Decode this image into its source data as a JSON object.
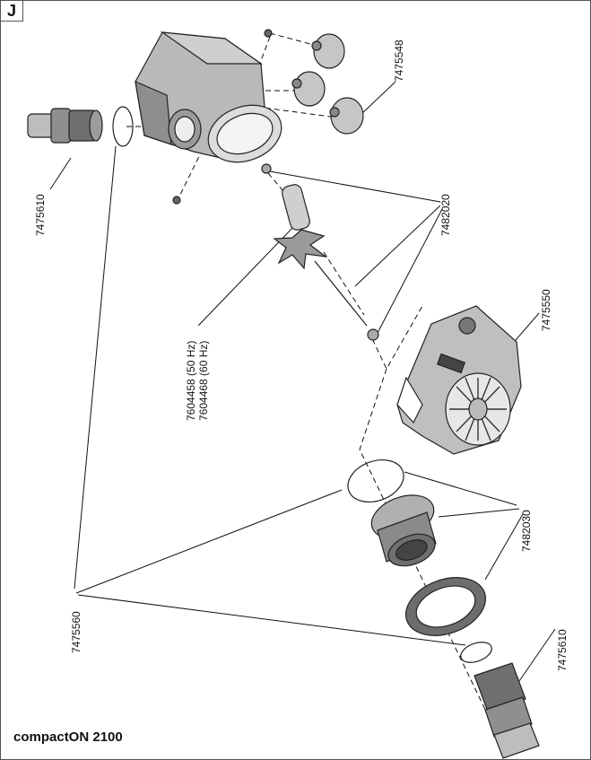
{
  "section": {
    "letter": "J"
  },
  "model": {
    "name": "compactON 2100"
  },
  "parts": {
    "suction_cups": "7475548",
    "hose_connector_top": "7475610",
    "bearings": "7482020",
    "impeller_50": "7604458 (50 Hz)",
    "impeller_60": "7604468 (60 Hz)",
    "cover": "7475550",
    "outlet_set": "7482030",
    "o_rings": "7475560",
    "hose_connector_bottom": "7475610"
  }
}
